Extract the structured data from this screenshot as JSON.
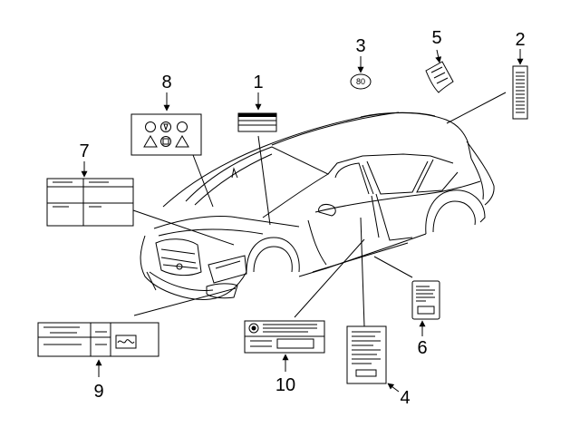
{
  "callouts": [
    {
      "id": "1",
      "text": "1"
    },
    {
      "id": "2",
      "text": "2"
    },
    {
      "id": "3",
      "text": "3"
    },
    {
      "id": "4",
      "text": "4"
    },
    {
      "id": "5",
      "text": "5"
    },
    {
      "id": "6",
      "text": "6"
    },
    {
      "id": "7",
      "text": "7"
    },
    {
      "id": "8",
      "text": "8"
    },
    {
      "id": "9",
      "text": "9"
    },
    {
      "id": "10",
      "text": "10"
    }
  ],
  "speed_tag": "80"
}
